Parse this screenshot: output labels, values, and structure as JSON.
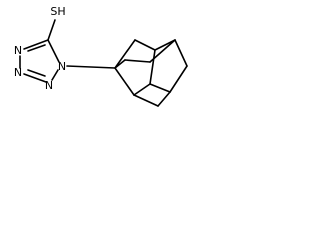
{
  "molecule": {
    "atoms": {
      "thiol": "SH",
      "n1": "N",
      "n2": "N",
      "n3": "N",
      "n4": "N"
    }
  }
}
